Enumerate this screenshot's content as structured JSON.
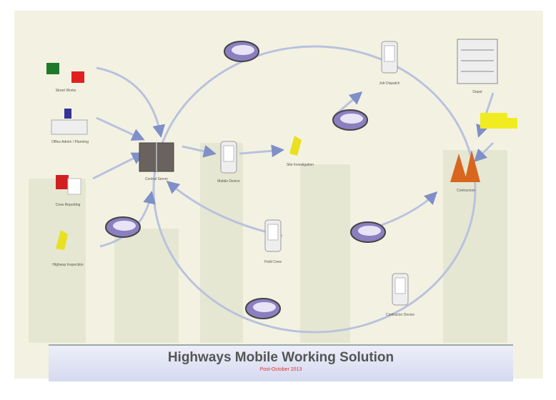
{
  "title": "Highways Mobile Working Solution",
  "subtitle": "Post-October 2013",
  "nodes": {
    "street_works": "Street Works",
    "office": "Office Admin / Planning",
    "crew": "Crew Reporting",
    "inspection": "Highway Inspection",
    "server": "Central Server",
    "device_a": "Mobile Device",
    "inspector": "Site Investigation",
    "device_b": "Job Dispatch",
    "depot": "Depot",
    "contractors": "Contractors",
    "device_c": "Field Crew",
    "device_d": "Contractor Device"
  },
  "colors": {
    "bg": "#f3f2e2",
    "arrow": "#a9b4d6",
    "cloud": "#8c7fc0"
  }
}
